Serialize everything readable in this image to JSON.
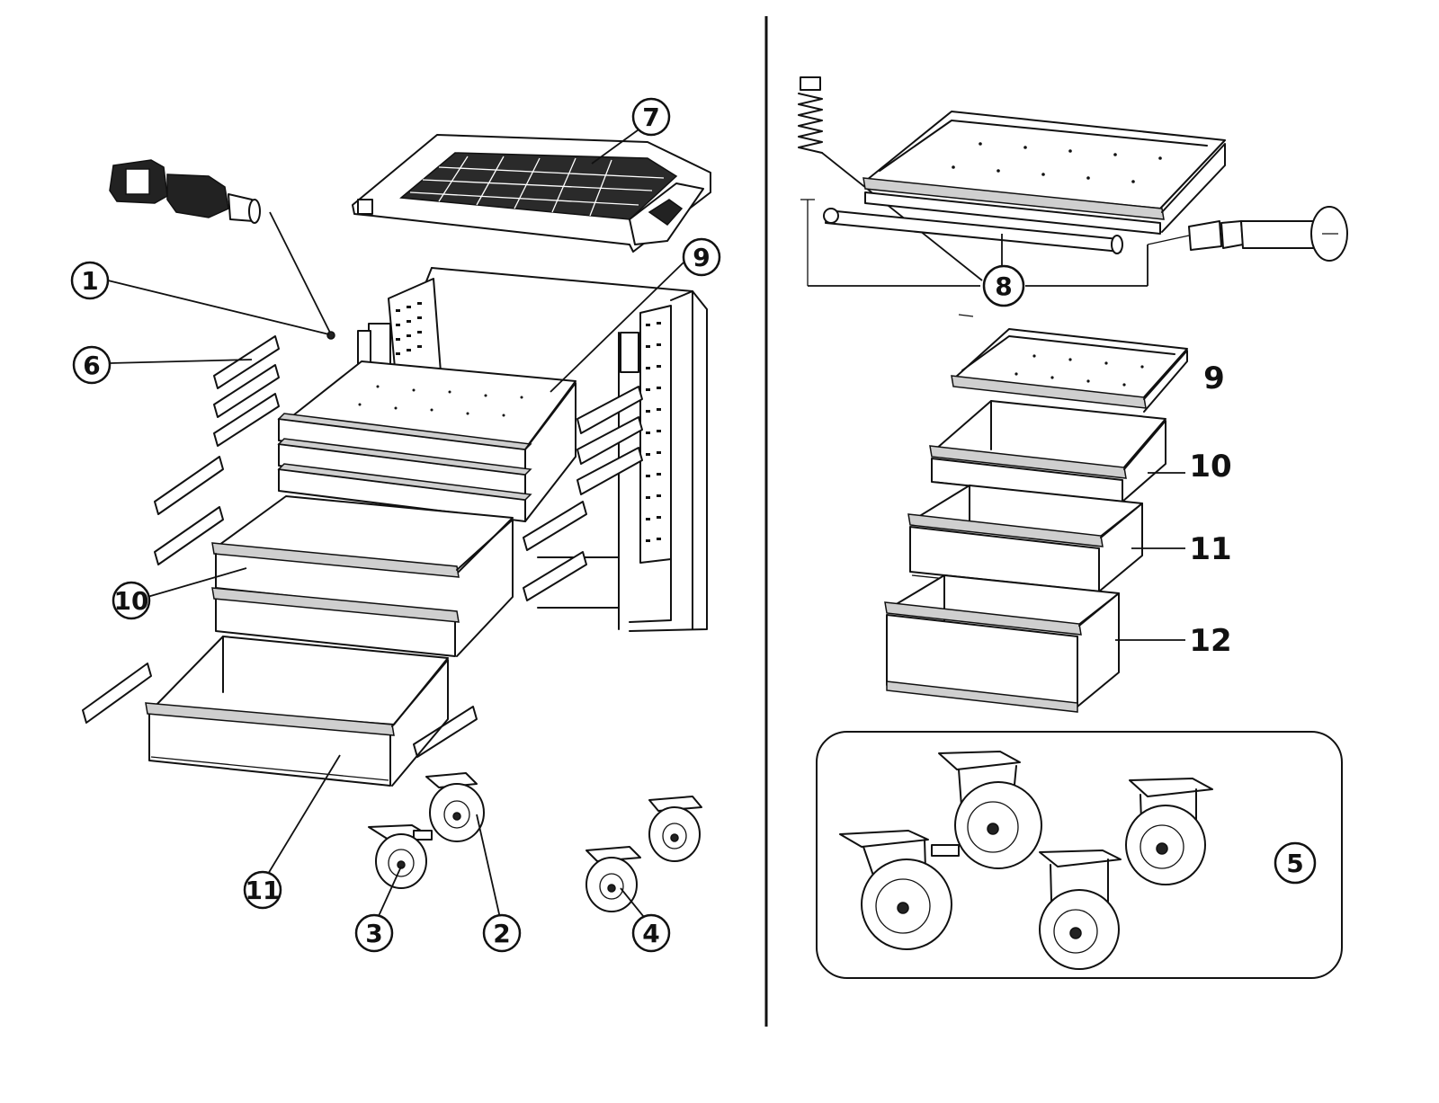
{
  "colors": {
    "line": "#111111",
    "background": "#ffffff",
    "shade": "#cfcfcf"
  },
  "callouts": [
    {
      "id": "1",
      "label": "1"
    },
    {
      "id": "2",
      "label": "2"
    },
    {
      "id": "3",
      "label": "3"
    },
    {
      "id": "4",
      "label": "4"
    },
    {
      "id": "5",
      "label": "5"
    },
    {
      "id": "6",
      "label": "6"
    },
    {
      "id": "7",
      "label": "7"
    },
    {
      "id": "8",
      "label": "8"
    },
    {
      "id": "9",
      "label": "9"
    },
    {
      "id": "10",
      "label": "10"
    },
    {
      "id": "11",
      "label": "11"
    }
  ],
  "right_labels": [
    "9",
    "10",
    "11",
    "12"
  ]
}
